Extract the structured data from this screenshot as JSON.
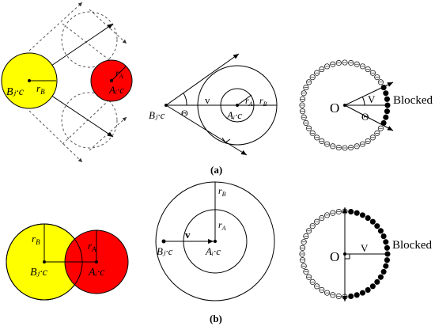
{
  "labels": {
    "panel_a": "(a)",
    "panel_b": "(b)",
    "circle_b_center": "Bⱼ·c",
    "circle_a_center": "Aᵢ·c",
    "radius_b": "r",
    "radius_b_sub": "B",
    "radius_a": "r",
    "radius_a_sub": "A",
    "velocity": "v",
    "angle": "Θ",
    "origin": "O",
    "velocity_caps": "V",
    "blocked": "Blocked"
  },
  "colors": {
    "agent_b_fill": "#ffff00",
    "agent_a_fill": "#ff0000",
    "line": "#000000",
    "dashed": "#555555"
  }
}
